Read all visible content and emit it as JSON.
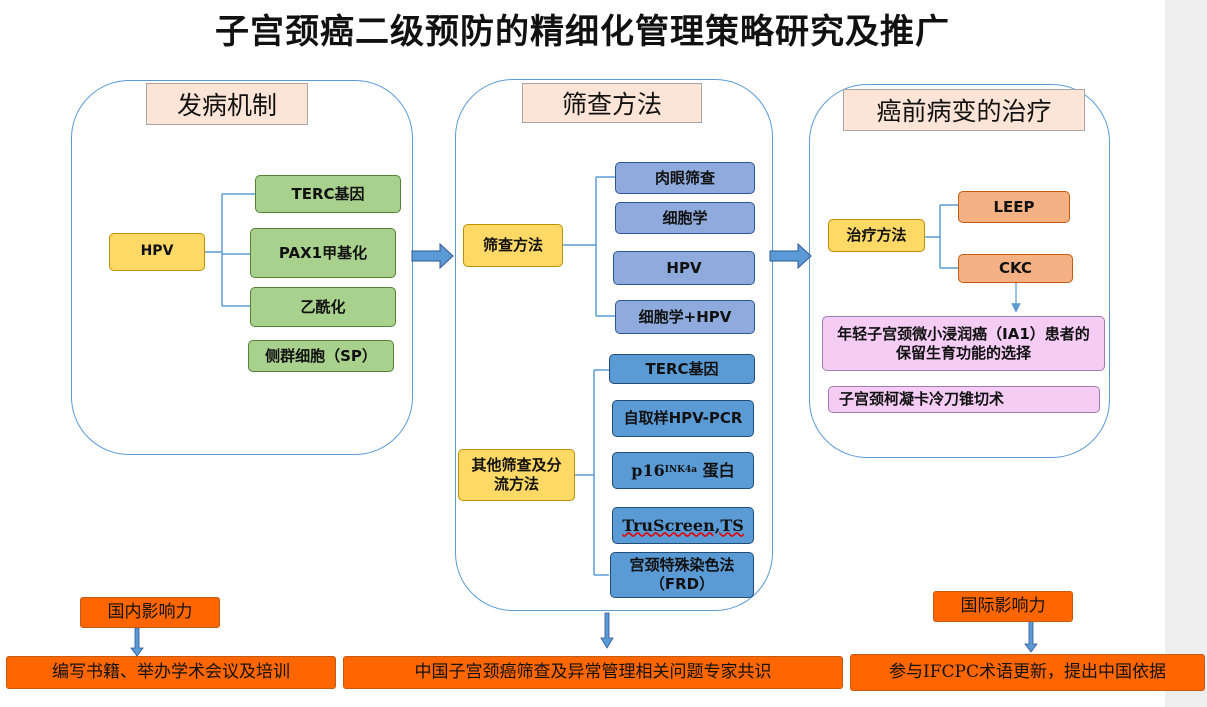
{
  "title": "子宫颈癌二级预防的精细化管理策略研究及推广",
  "panels": {
    "mechanism": {
      "title": "发病机制",
      "hpv": "HPV",
      "items": [
        "TERC基因",
        "PAX1甲基化",
        "乙酰化",
        "侧群细胞（SP）"
      ]
    },
    "screening": {
      "title": "筛查方法",
      "main_label": "筛查方法",
      "main_items": [
        "肉眼筛查",
        "细胞学",
        "HPV",
        "细胞学+HPV"
      ],
      "other_label": "其他筛查及分流方法",
      "other_items": {
        "terc": "TERC基因",
        "self_sample": "自取样HPV-PCR",
        "p16_prefix": "p16",
        "p16_sup": "INK4a",
        "p16_suffix": " 蛋白",
        "truscreen": "TruScreen,TS",
        "frd": "宫颈特殊染色法（FRD）"
      }
    },
    "treatment": {
      "title": "癌前病变的治疗",
      "method_label": "治疗方法",
      "methods": [
        "LEEP",
        "CKC"
      ],
      "notes": [
        "年轻子宫颈微小浸润癌（IA1）患者的保留生育功能的选择",
        "子宫颈柯凝卡冷刀锥切术"
      ]
    }
  },
  "impact": {
    "domestic": "国内影响力",
    "international": "国际影响力",
    "outcomes": [
      "编写书籍、举办学术会议及培训",
      "中国子宫颈癌筛查及异常管理相关问题专家共识",
      "参与IFCPC术语更新，提出中国依据"
    ]
  }
}
